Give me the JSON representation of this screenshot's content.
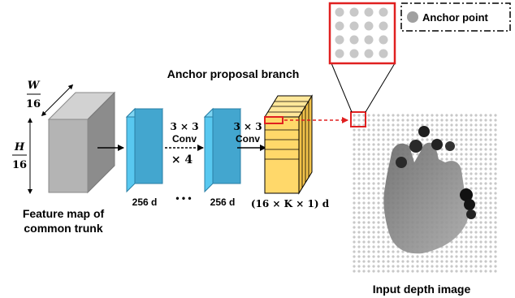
{
  "diagram": {
    "feature_map": {
      "width_num": "W",
      "width_den": "16",
      "height_num": "H",
      "height_den": "16",
      "caption_line1": "Feature map of",
      "caption_line2": "common trunk"
    },
    "branch_title": "Anchor proposal branch",
    "conv1": {
      "kernel": "3 × 3",
      "label": "Conv",
      "repeat": "× 4"
    },
    "conv2": {
      "kernel": "3 × 3",
      "label": "Conv"
    },
    "channels": {
      "first": "256 d",
      "ellipsis": "• • •",
      "second": "256 d",
      "output": "(16 × K × 1) d"
    },
    "legend": {
      "label": "Anchor point"
    },
    "depth_image": {
      "caption": "Input depth image"
    },
    "colors": {
      "blue_face": "#43a6cf",
      "blue_side": "#58c8f0",
      "yellow_face": "#ffd86a",
      "red_highlight": "#e02020",
      "gray_box": "#b4b4b4",
      "anchor_dot": "#c8c8c8"
    }
  }
}
